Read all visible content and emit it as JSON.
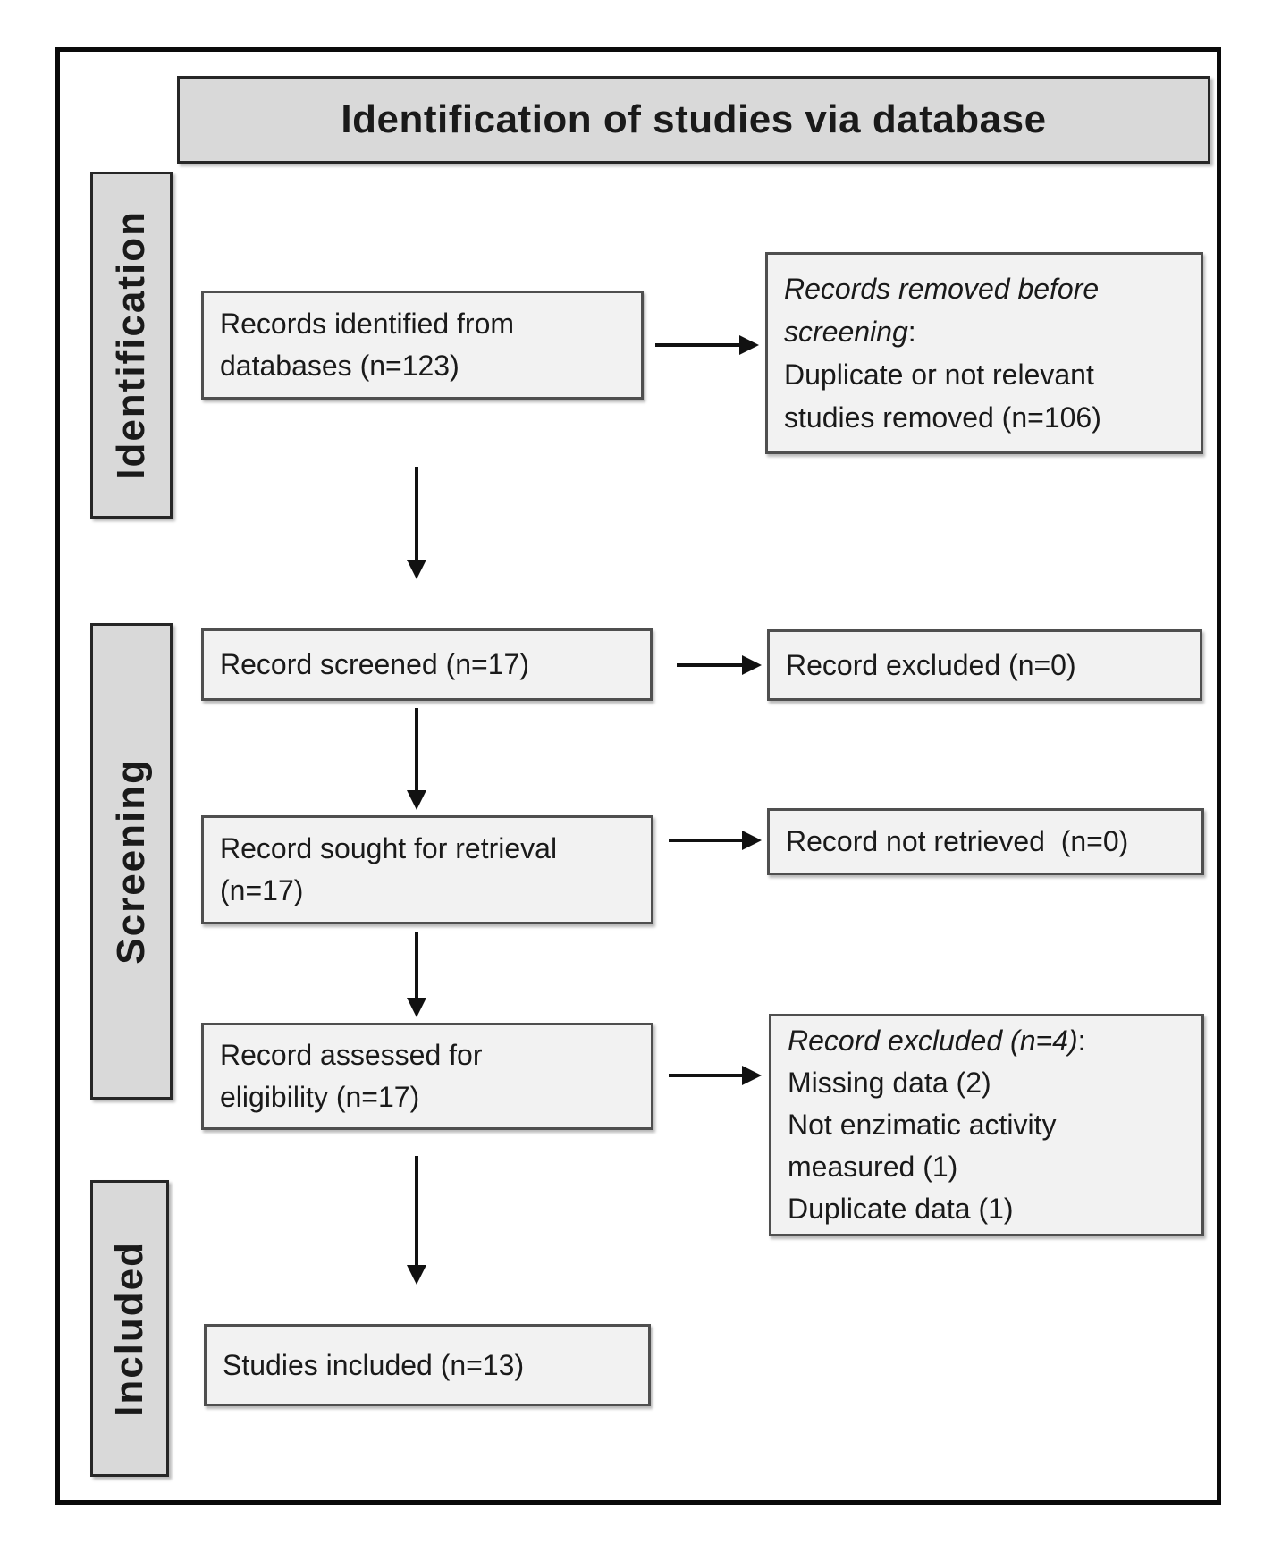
{
  "title": "Identification of studies via database",
  "sidebar": {
    "identification": "Identification",
    "screening": "Screening",
    "included": "Included"
  },
  "flow": {
    "identified": {
      "lines": [
        "Records identified from",
        "databases (n=123)"
      ]
    },
    "screened": {
      "label": "Record screened (n=17)"
    },
    "sought": {
      "lines": [
        "Record sought for retrieval",
        "(n=17)"
      ]
    },
    "assessed": {
      "lines": [
        "Record assessed for",
        "eligibility (n=17)"
      ]
    },
    "included": {
      "label": "Studies included (n=13)"
    }
  },
  "exclusions": {
    "removed_before_screening": {
      "heading_lines": [
        "Records removed before",
        "screening"
      ],
      "colon": ":",
      "detail_lines": [
        "Duplicate or not relevant",
        "studies removed (n=106)"
      ]
    },
    "excluded_at_screening": {
      "label": "Record excluded (n=0)"
    },
    "not_retrieved": {
      "label": "Record not retrieved  (n=0)"
    },
    "excluded_at_eligibility": {
      "heading": "Record excluded (n=4)",
      "colon": ":",
      "reasons": [
        "Missing data (2)",
        "Not enzimatic activity",
        "measured (1)",
        "Duplicate data (1)"
      ]
    }
  },
  "colors": {
    "box_fill": "#f2f2f2",
    "box_border": "#4f4f4f",
    "band_fill": "#d9d9d9",
    "band_border": "#262626",
    "frame_border": "#0a0a0a",
    "arrow": "#111111",
    "text": "#1a1a1a"
  }
}
